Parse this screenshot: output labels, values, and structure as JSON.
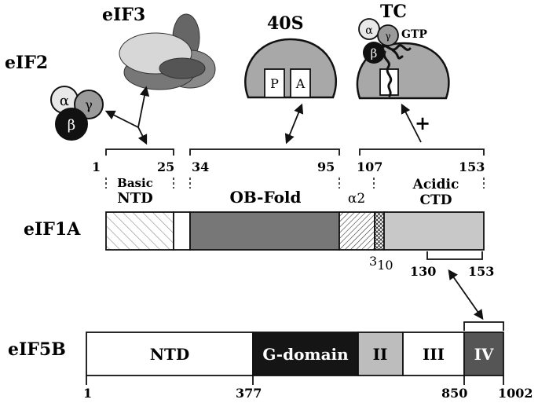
{
  "complexes": {
    "eif2": {
      "label": "eIF2",
      "alpha": "α",
      "gamma": "γ",
      "beta": "β"
    },
    "eif3": {
      "label": "eIF3"
    },
    "s40": {
      "label": "40S",
      "p_site": "P",
      "a_site": "A"
    },
    "tc": {
      "label": "TC",
      "alpha": "α",
      "gamma": "γ",
      "beta": "β",
      "gtp": "GTP"
    },
    "plus": "+"
  },
  "eif1a": {
    "label": "eIF1A",
    "ranges": {
      "r1": {
        "start": "1",
        "end": "25"
      },
      "r2": {
        "start": "34",
        "end": "95"
      },
      "r3": {
        "start": "107",
        "end": "153"
      },
      "r4": {
        "start": "130",
        "end": "153"
      }
    },
    "domains": {
      "ntd_line1": "Basic",
      "ntd_line2": "NTD",
      "obfold": "OB-Fold",
      "alpha2": "α2",
      "helix310": "3",
      "helix310_sub": "10",
      "ctd_line1": "Acidic",
      "ctd_line2": "CTD"
    }
  },
  "eif5b": {
    "label": "eIF5B",
    "domains": {
      "ntd": "NTD",
      "gdomain": "G-domain",
      "ii": "II",
      "iii": "III",
      "iv": "IV"
    },
    "ticks": {
      "t1": "1",
      "t377": "377",
      "t850": "850",
      "t1002": "1002"
    }
  },
  "colors": {
    "obfold": "#777777",
    "acidic_ctd": "#c8c8c8",
    "gdomain": "#151515",
    "domain_ii": "#bdbdbd",
    "domain_iv": "#555555",
    "eif3_light": "#d7d7d7",
    "eif3_dark": "#666666",
    "s40_body": "#a8a8a8"
  }
}
